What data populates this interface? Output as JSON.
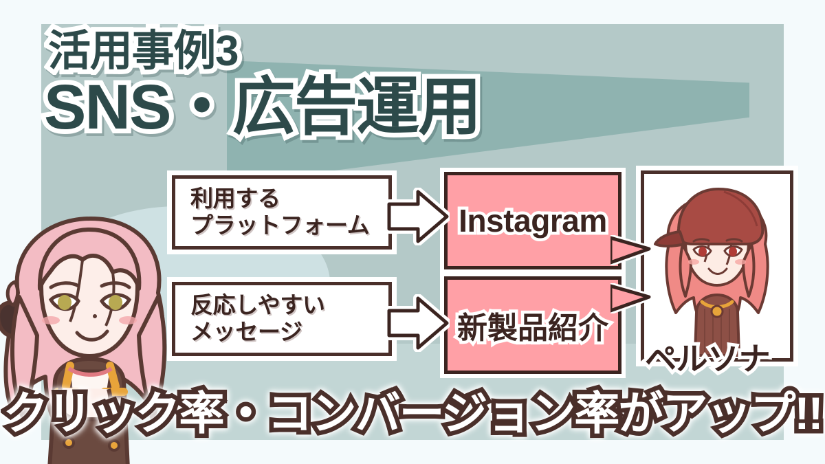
{
  "colors": {
    "page_background": "#f4fafc",
    "panel_background": "#b4c9c8",
    "panel_wedge": "#8fb3b0",
    "panel_lower": "#c2d6d5",
    "headline_text": "#2d4a4a",
    "headline_outline": "#ffffff",
    "box_border": "#4a2f2a",
    "box_text": "#3b2420",
    "accent_pink": "#ffa0a6",
    "banner_text": "#ffffff",
    "banner_outline": "#4a2f2a"
  },
  "headline": {
    "eyebrow": "活用事例3",
    "title": "SNS・広告運用"
  },
  "flow": {
    "rows": [
      {
        "question": "利用する\nプラットフォーム",
        "arrow_icon": "arrow-right-icon",
        "answer": "Instagram"
      },
      {
        "question": "反応しやすい\nメッセージ",
        "arrow_icon": "arrow-right-icon",
        "answer": "新製品紹介"
      }
    ]
  },
  "persona": {
    "caption": "ペルソナ",
    "art_alt": "red-haired-girl-with-cap-illustration"
  },
  "mascot": {
    "art_alt": "pink-haired-girl-illustration"
  },
  "banner": {
    "text": "クリック率・コンバージョン率がアップ!!"
  }
}
